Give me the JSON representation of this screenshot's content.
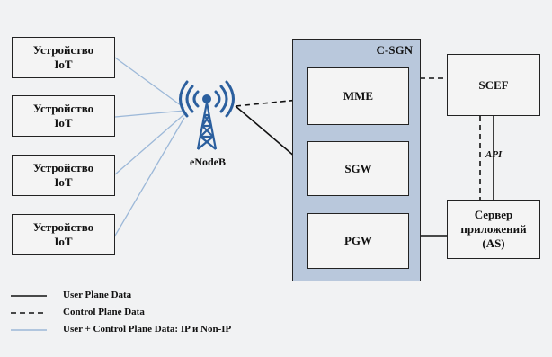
{
  "devices": [
    {
      "label": "Устройство\nIoT"
    },
    {
      "label": "Устройство\nIoT"
    },
    {
      "label": "Устройство\nIoT"
    },
    {
      "label": "Устройство\nIoT"
    }
  ],
  "enodeb": {
    "label": "eNodeB",
    "icon": "radio-tower-icon"
  },
  "csgn": {
    "label": "C-SGN"
  },
  "nodes": {
    "mme": "MME",
    "sgw": "SGW",
    "pgw": "PGW",
    "scef": "SCEF",
    "as": "Сервер\nприложений\n(AS)"
  },
  "api_label": "API",
  "legend": [
    {
      "label": "User Plane Data",
      "style": "solid"
    },
    {
      "label": "Control Plane Data",
      "style": "dashed"
    },
    {
      "label": "User + Control Plane Data: IP и Non-IP",
      "style": "light"
    }
  ],
  "colors": {
    "background": "#f1f2f3",
    "csgn_fill": "#b9c8dc",
    "light_link": "#9cb8d8",
    "tower": "#2b5f9e"
  }
}
